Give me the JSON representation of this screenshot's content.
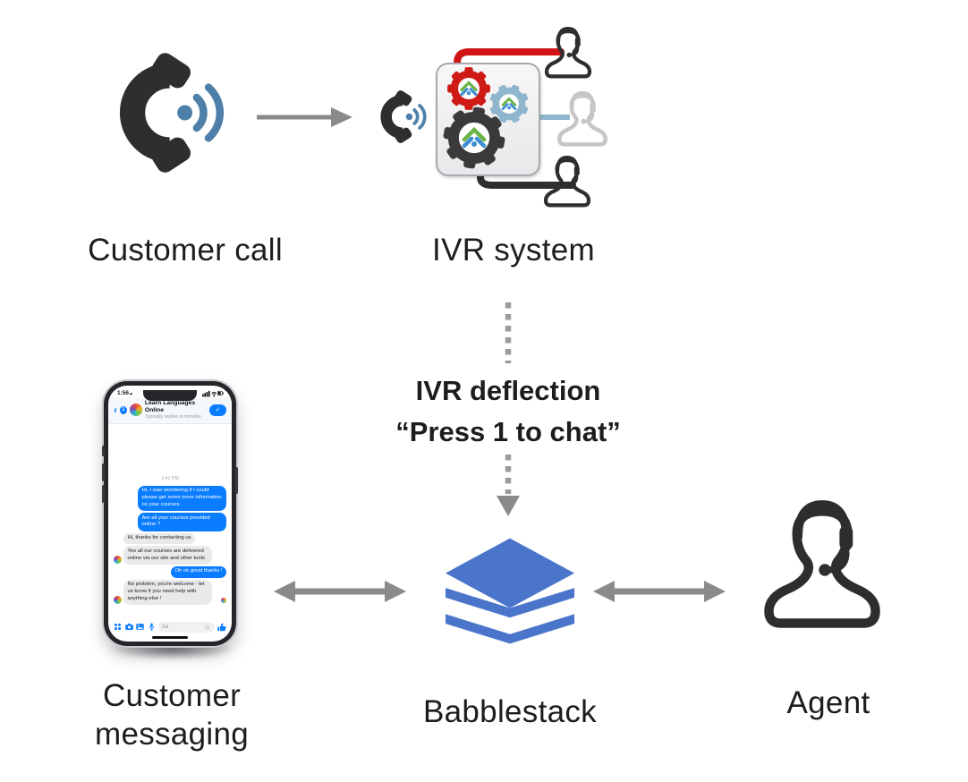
{
  "diagram": {
    "labels": {
      "customer_call": "Customer call",
      "ivr_system": "IVR system",
      "customer_messaging_line1": "Customer",
      "customer_messaging_line2": "messaging",
      "babblestack": "Babblestack",
      "agent": "Agent"
    },
    "deflection": {
      "line1": "IVR deflection",
      "line2": "“Press 1 to chat”"
    },
    "colors": {
      "icon_dark": "#2e2e30",
      "person_light": "#c6c6c6",
      "wave_blue": "#4d7fa8",
      "gear_red": "#cf1b16",
      "gear_blue": "#8fb6cc",
      "gear_dark": "#3a3a3c",
      "logo_green": "#69b445",
      "logo_blue": "#3f8fd6",
      "connector_red": "#d01414",
      "connector_blue": "#8fb6cc",
      "connector_dark": "#2e2e30",
      "arrow_gray": "#8a8a8a",
      "dotted_gray": "#9b9b9b",
      "stack_blue": "#4a75ca",
      "label_color": "#1d1d1f",
      "msg_blue": "#0a7cff",
      "msg_gray": "#e9e9eb"
    },
    "icon_names": {
      "customer_call": "phone-handset-waves-icon",
      "ivr": "gears-in-box-icon",
      "ivr_queue": "headset-person-icon",
      "babblestack": "layer-stack-icon",
      "agent": "headset-person-icon"
    }
  },
  "phone": {
    "status": {
      "time": "1:56"
    },
    "header": {
      "back": "‹",
      "badge": "1",
      "name": "Learn Languages Online",
      "subtitle": "Typically replies in minutes",
      "action": "✓"
    },
    "chat": {
      "timestamp": "1:41 PM",
      "messages": [
        {
          "from": "customer",
          "text": "Hi, I was wondering if I could please get some more information on your courses"
        },
        {
          "from": "customer",
          "text": "Are all your courses provided online ?"
        },
        {
          "from": "business",
          "text": "Hi, thanks for contacting us",
          "avatar": false
        },
        {
          "from": "business",
          "text": "Yes all our courses are delivered online via our site and other tools",
          "avatar": true
        },
        {
          "from": "customer",
          "text": "Oh ok great thanks !"
        },
        {
          "from": "business",
          "text": "No problem, you're welcome - let us know if you need help with anything else !",
          "avatar": true,
          "seen": true
        }
      ],
      "input_placeholder": "Aa"
    }
  }
}
